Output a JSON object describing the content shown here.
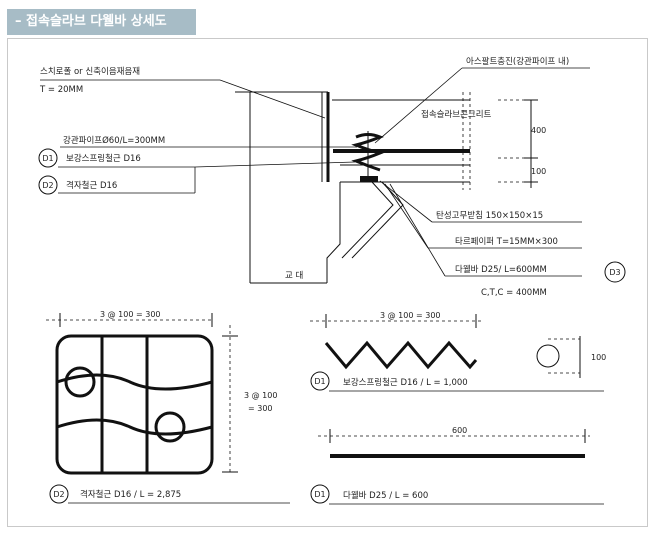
{
  "header": {
    "title": "– 접속슬라브 다웰바 상세도"
  },
  "section": {
    "label_styrofoam": "스치로폴 or 신축이음재음재",
    "label_t20": "T = 20MM",
    "label_pipe": "강관파이프Ø60/L=300MM",
    "label_d1_rebar": "보강스프링철근 D16",
    "label_d2_rebar": "격자철근 D16",
    "label_asphalt": "아스팔트충진(강관파이프 내)",
    "label_slab_concrete": "접속슬라브콘크리트",
    "dim_400": "400",
    "dim_100": "100",
    "label_bearing": "탄성고무받침 150×150×15",
    "label_tarpaper": "타르페이퍼 T=15MM×300",
    "label_dowel": "다웰바 D25/ L=600MM",
    "label_ctc": "C,T,C = 400MM",
    "label_abutment": "교 대",
    "circle_d1": "D1",
    "circle_d2": "D2",
    "circle_d3": "D3"
  },
  "grid_detail": {
    "dim_top": "3 @ 100 = 300",
    "dim_side_1": "3 @ 100",
    "dim_side_2": "= 300",
    "circle": "D2",
    "label": "격자철근 D16 / L = 2,875"
  },
  "spring_detail": {
    "dim_top": "3 @ 100 = 300",
    "dim_circle": "100",
    "circle": "D1",
    "label": "보강스프링철근 D16 / L = 1,000"
  },
  "dowel_detail": {
    "dim_top": "600",
    "circle": "D1",
    "label": "다웰바 D25 / L = 600"
  }
}
